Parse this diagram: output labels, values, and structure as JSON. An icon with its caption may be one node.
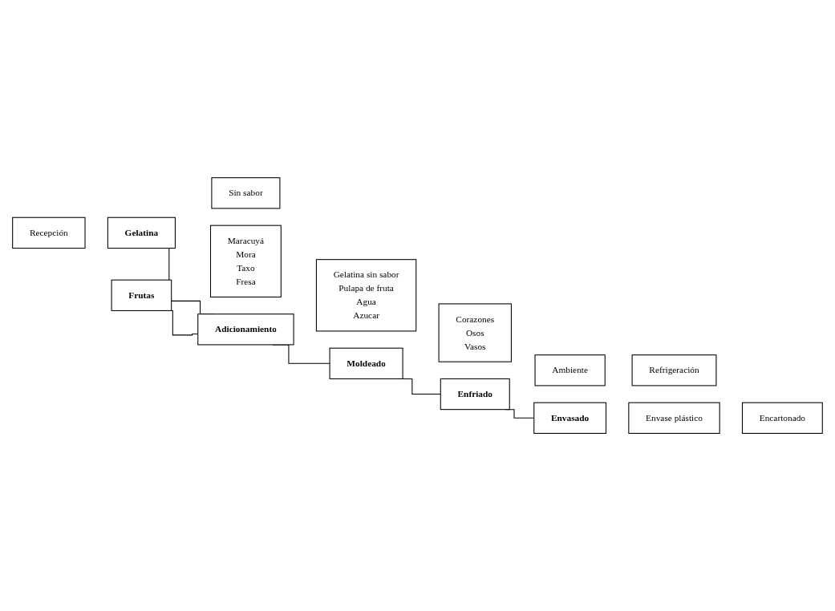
{
  "diagram": {
    "nodes": [
      {
        "text": [
          "Recepción"
        ]
      },
      {
        "text": [
          "Gelatina"
        ]
      },
      {
        "text": [
          "Sin sabor"
        ]
      },
      {
        "text": [
          "Frutas"
        ]
      },
      {
        "text": [
          "Maracuyá",
          "Mora",
          "Taxo",
          "Fresa"
        ]
      },
      {
        "text": [
          "Adicionamiento"
        ]
      },
      {
        "text": [
          "Gelatina sin sabor",
          "Pulapa de fruta",
          "Agua",
          "Azucar"
        ]
      },
      {
        "text": [
          "Moldeado"
        ]
      },
      {
        "text": [
          "Corazones",
          "Osos",
          "Vasos"
        ]
      },
      {
        "text": [
          "Enfriado"
        ]
      },
      {
        "text": [
          "Ambiente"
        ]
      },
      {
        "text": [
          "Refrigeración"
        ]
      },
      {
        "text": [
          "Envasado"
        ]
      },
      {
        "text": [
          "Envase plástico"
        ]
      },
      {
        "text": [
          "Encartonado"
        ]
      }
    ],
    "edges": [
      {
        "from": 1,
        "to": 5,
        "arrow": "none"
      },
      {
        "from": 3,
        "to": 5,
        "arrow": "none"
      },
      {
        "from": 5,
        "to": 7,
        "arrow": "none"
      },
      {
        "from": 7,
        "to": 9,
        "arrow": "none"
      },
      {
        "from": 9,
        "to": 12,
        "arrow": "none"
      }
    ]
  }
}
